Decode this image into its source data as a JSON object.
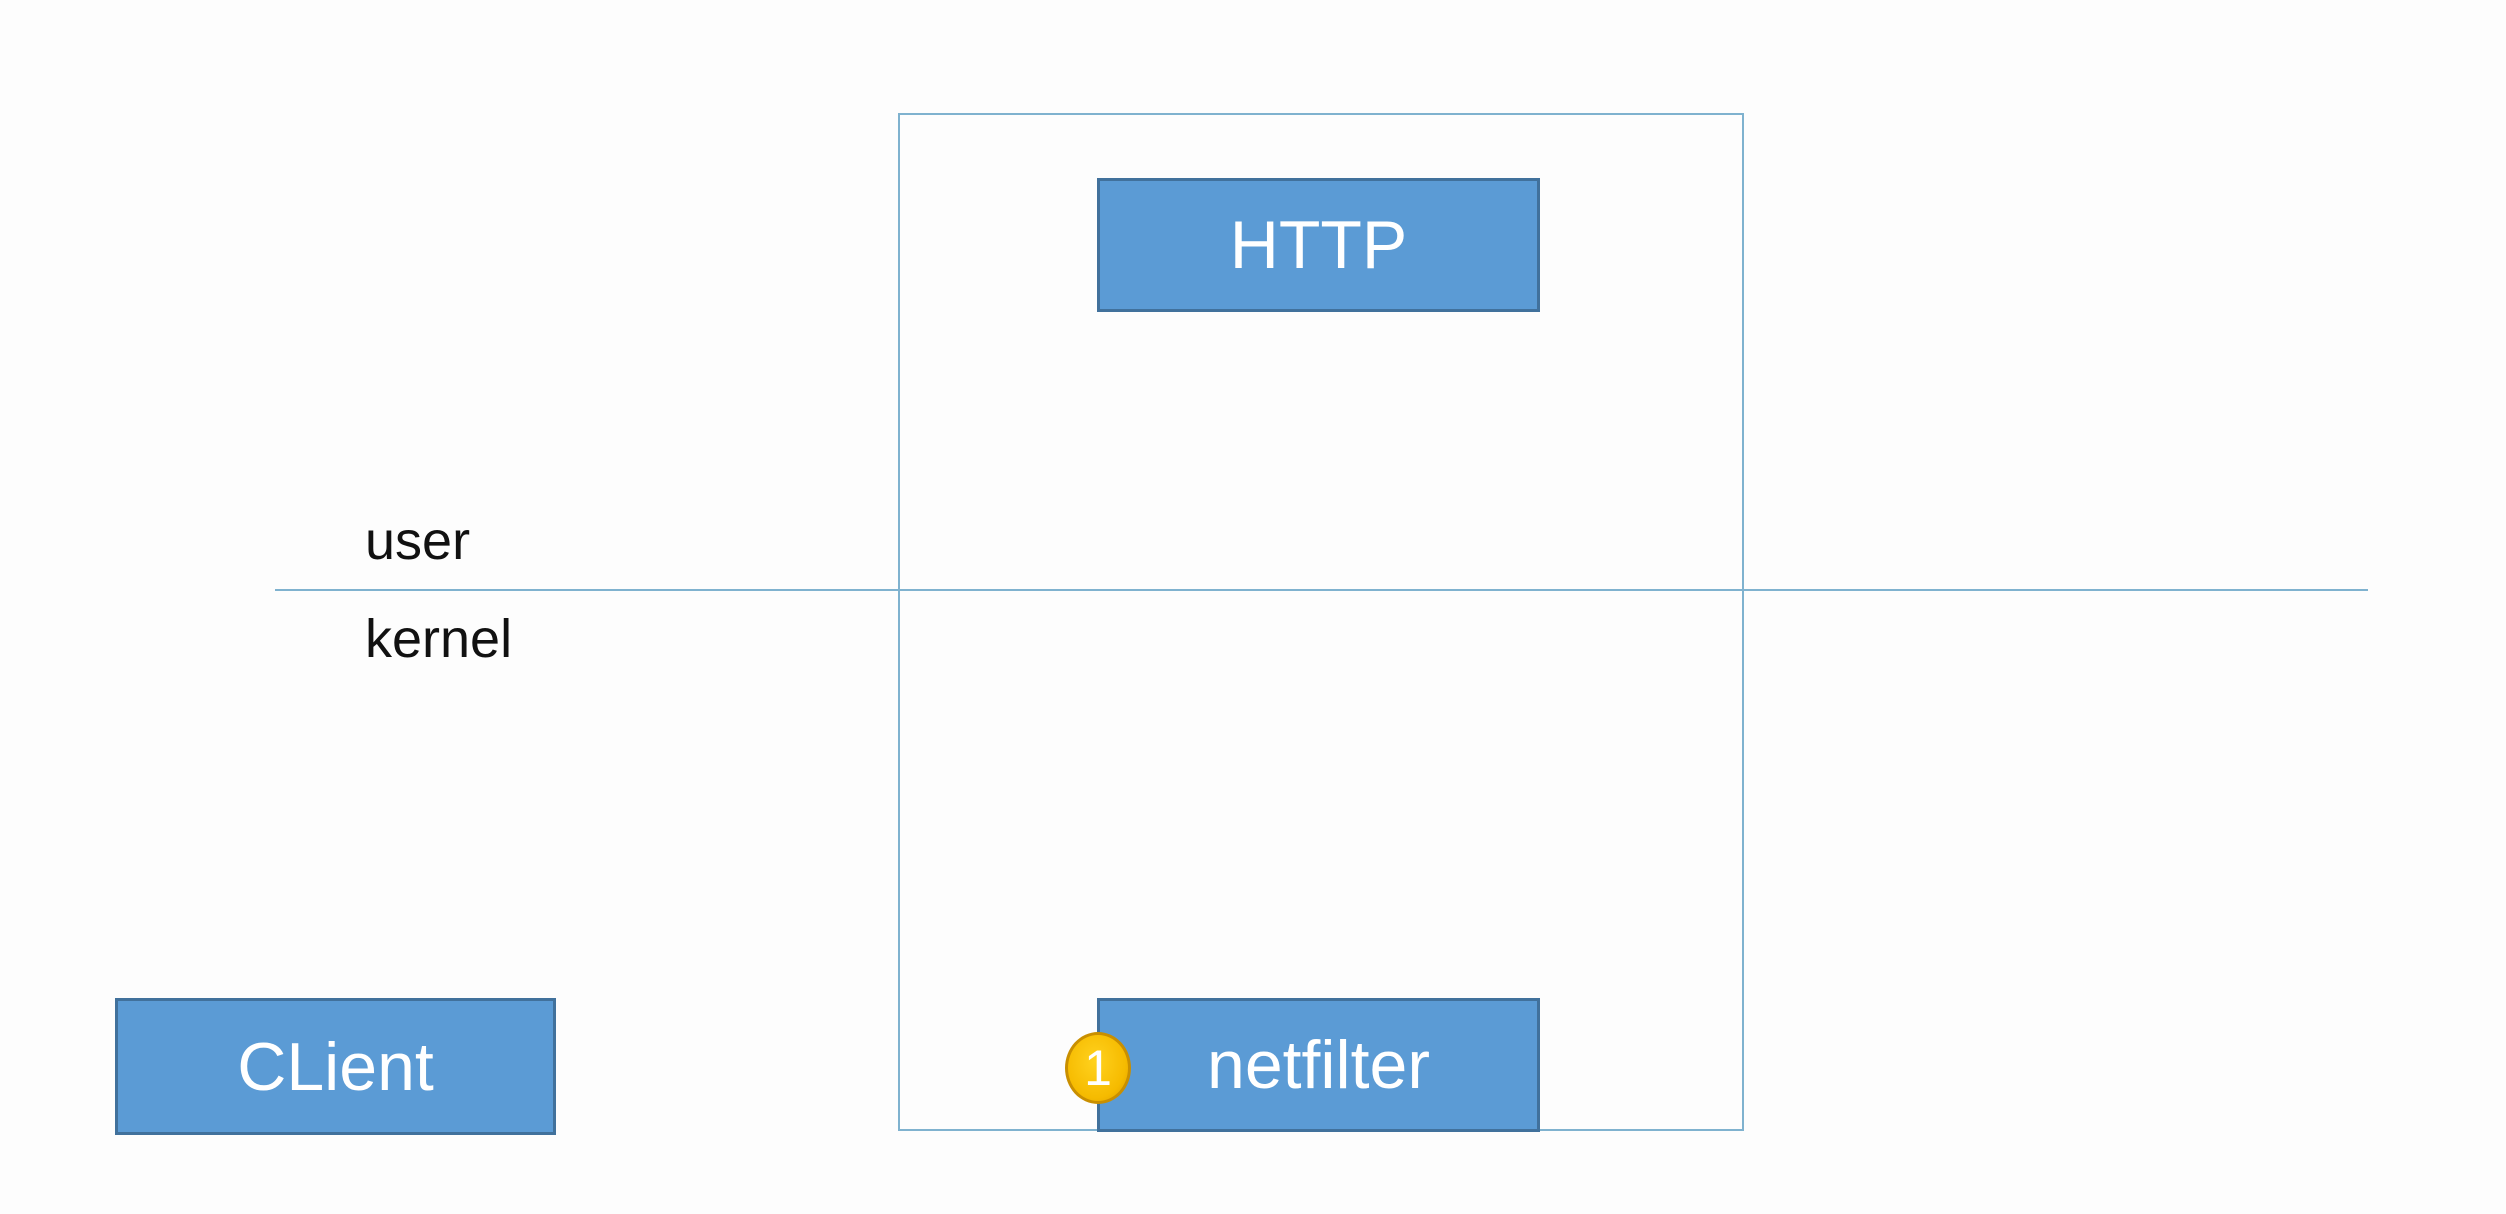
{
  "diagram": {
    "user_label": "user",
    "kernel_label": "kernel",
    "http_label": "HTTP",
    "netfilter_label": "netfilter",
    "client_label": "CLient",
    "step_marker": "1"
  },
  "colors": {
    "node_fill": "#5b9bd5",
    "node_border": "#41719c",
    "frame_line": "#7fb2cf",
    "marker_fill": "#f6bb00"
  }
}
